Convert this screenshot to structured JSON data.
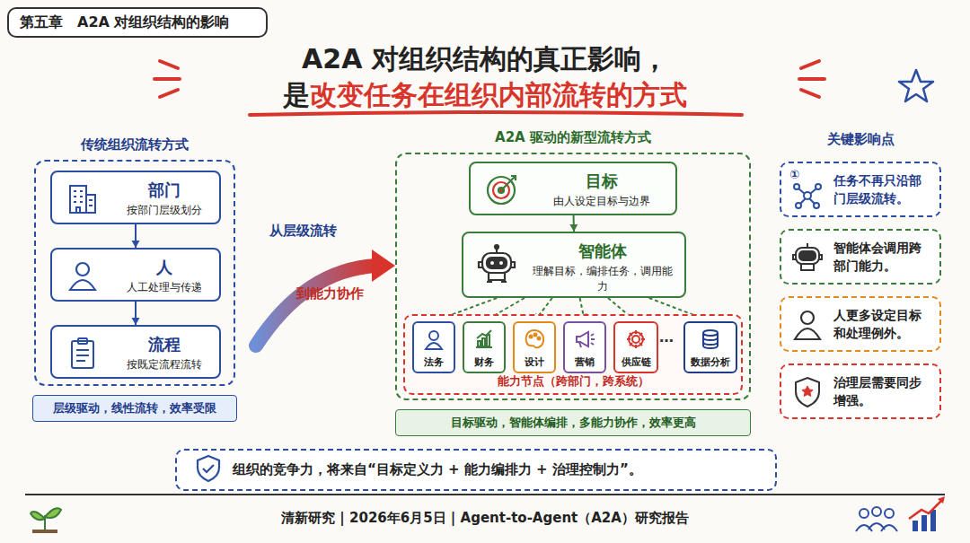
{
  "diagram": {
    "title": "A2A 对组织结构的真正影响，",
    "nodes": [
      {
        "text": [
          "第五章　A2A 对组织结构的影响"
        ]
      },
      {
        "text": [
          "传统组织流转方式"
        ]
      },
      {
        "text": [
          "部门",
          "按部门层级划分"
        ],
        "in": 1
      },
      {
        "text": [
          "人",
          "人工处理与传递"
        ],
        "in": 1
      },
      {
        "text": [
          "流程",
          "按既定流程流转"
        ],
        "in": 1
      },
      {
        "text": [
          "层级驱动，线性流转，效率受限"
        ]
      },
      {
        "text": [
          "A2A 驱动的新型流转方式"
        ]
      },
      {
        "text": [
          "目标",
          "由人设定目标与边界"
        ],
        "in": 6
      },
      {
        "text": [
          "智能体",
          "理解目标，编排任务，调用能力"
        ],
        "in": 6
      },
      {
        "text": [
          "能力节点（跨部门，跨系统）"
        ],
        "in": 6
      },
      {
        "text": [
          "法务"
        ],
        "in": 9
      },
      {
        "text": [
          "财务"
        ],
        "in": 9
      },
      {
        "text": [
          "设计"
        ],
        "in": 9
      },
      {
        "text": [
          "营销"
        ],
        "in": 9
      },
      {
        "text": [
          "供应链"
        ],
        "in": 9
      },
      {
        "text": [
          "数据分析"
        ],
        "in": 9
      },
      {
        "text": [
          "目标驱动，智能体编排，多能力协作，效率更高"
        ]
      },
      {
        "text": [
          "①",
          "任务不再只沿部门层级流转。"
        ]
      },
      {
        "text": [
          "智能体会调用跨部门能力。"
        ]
      },
      {
        "text": [
          "人更多设定目标和处理例外。"
        ]
      },
      {
        "text": [
          "治理层需要同步增强。"
        ]
      },
      {
        "text": [
          "组织的竞争力，将来自“目标定义力 + 能力编排力 + 治理控制力”。"
        ]
      }
    ],
    "edges": [
      {
        "from": 2,
        "to": 3,
        "arrow": "to"
      },
      {
        "from": 3,
        "to": 4,
        "arrow": "to"
      },
      {
        "from": 7,
        "to": 8,
        "arrow": "to"
      },
      {
        "from": 8,
        "to": 10,
        "arrow": "to"
      },
      {
        "from": 8,
        "to": 11,
        "arrow": "to"
      },
      {
        "from": 8,
        "to": 12,
        "arrow": "to"
      },
      {
        "from": 8,
        "to": 13,
        "arrow": "to"
      },
      {
        "from": 8,
        "to": 14,
        "arrow": "to"
      },
      {
        "from": 8,
        "to": 15,
        "arrow": "to"
      }
    ],
    "labels": [
      "是",
      "改变任务在组织内部流转的方式",
      "从层级流转",
      "到能力协作",
      "…",
      "关键影响点",
      "清新研究 | 2026年6月5日 | Agent-to-Agent（A2A）研究报告"
    ]
  }
}
